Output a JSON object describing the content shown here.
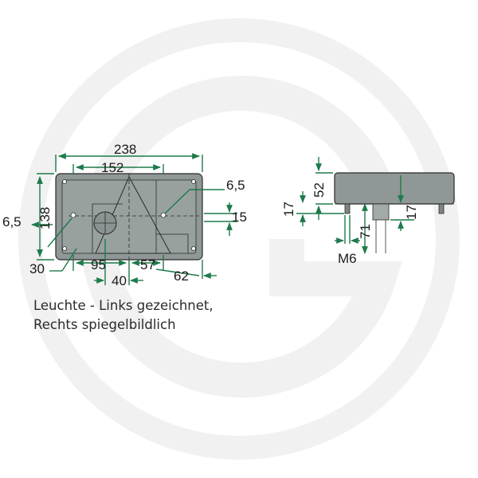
{
  "front_view": {
    "width": "238",
    "inner_width": "152",
    "height": "138",
    "hole_left": "6,5",
    "hole_right": "6,5",
    "offset_15": "15",
    "margin_30": "30",
    "dist_95": "95",
    "dist_57": "57",
    "dist_40": "40",
    "dist_62": "62"
  },
  "side_view": {
    "depth": "52",
    "stud_left": "17",
    "stud_right": "17",
    "connector": "71",
    "thread": "M6"
  },
  "caption": {
    "line1": "Leuchte - Links gezeichnet,",
    "line2": "Rechts spiegelbildlich"
  },
  "colors": {
    "dimension_green": "#1e7a4a",
    "housing_gray": "#8f9896",
    "watermark": "#f1f1f1"
  }
}
